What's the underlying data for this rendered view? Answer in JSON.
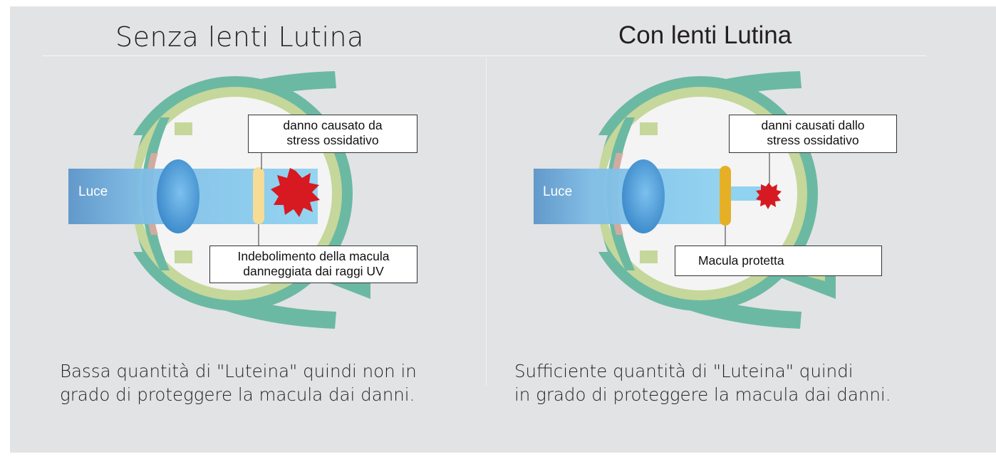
{
  "left": {
    "title": "Senza lenti Lutina",
    "light_label": "Luce",
    "callout_damage": "danno causato da\nstress ossidativo",
    "callout_macula": "Indebolimento della macula\ndanneggiata dai raggi UV",
    "caption": "Bassa quantità di \"Luteina\" quindi non in\ngrado di proteggere la macula dai danni."
  },
  "right": {
    "title": "Con lenti Lutina",
    "light_label": "Luce",
    "callout_damage": "danni causati dallo\nstress ossidativo",
    "callout_macula": "Macula protetta",
    "caption": "Sufficiente quantità di \"Luteina\" quindi\nin grado di proteggere la macula dai danni."
  },
  "colors": {
    "background": "#e2e3e4",
    "sclera": "#6bb9a3",
    "choroid": "#c5d79a",
    "eye_interior": "#f4f4f4",
    "light_beam": "#7fc8ea",
    "light_beam_dark": "#5b95c9",
    "lens": "#3f8fd0",
    "damage": "#d71921",
    "macula_weak": "#f6dc94",
    "macula_protected": "#e5b025"
  },
  "icons": {
    "damage": "oxidative-damage-burst-icon",
    "eye": "eye-cross-section-icon"
  }
}
